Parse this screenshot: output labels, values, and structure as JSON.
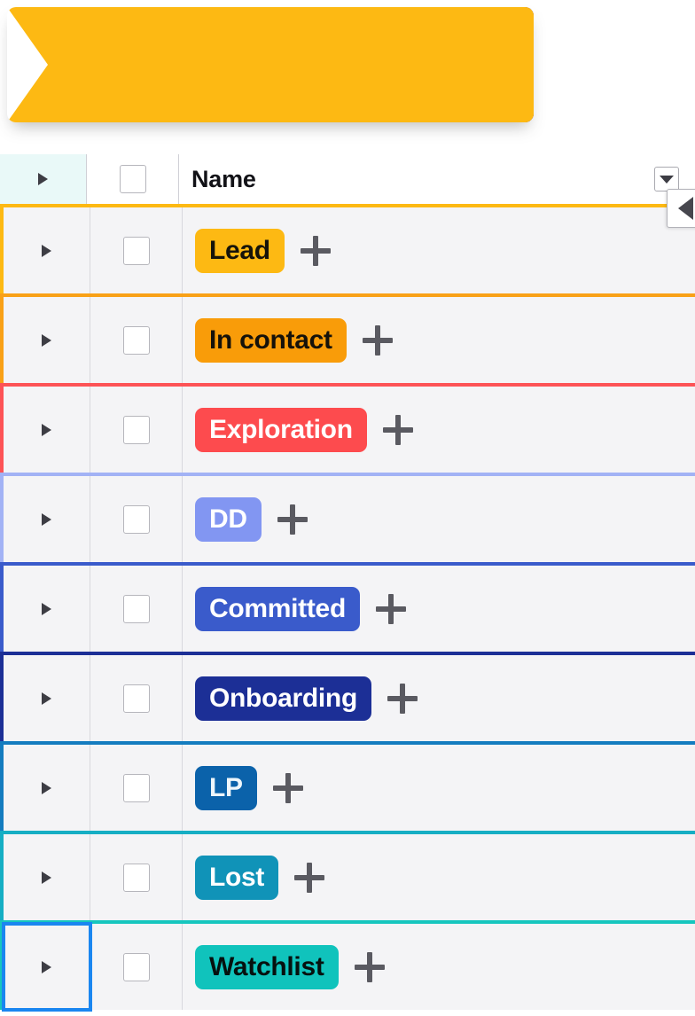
{
  "banner": {
    "name": "pipeline-chevron-banner",
    "chevron_colors": [
      "#FDB913",
      "#F99C09",
      "#FD4B4E",
      "#99AEF7",
      "#4263D0",
      "#1A2E99",
      "#0A62AB",
      "#10A5BE",
      "#0FBFBB"
    ]
  },
  "table": {
    "header": {
      "expand_icon": "triangle-right-icon",
      "select_all_checkbox": "",
      "name_column_label": "Name",
      "dropdown_icon": "caret-down-icon"
    },
    "panel_toggle": {
      "icon": "caret-left-icon",
      "label": ""
    },
    "rows": [
      {
        "label": "Lead",
        "badge_bg": "#FDB913",
        "badge_text_color": "#16140a",
        "group_border": "#FDB913",
        "expand_icon": "triangle-right-icon",
        "add_icon": "plus-icon",
        "selected": false
      },
      {
        "label": "In contact",
        "badge_bg": "#F99C09",
        "badge_text_color": "#16120a",
        "group_border": "#F9A117",
        "expand_icon": "triangle-right-icon",
        "add_icon": "plus-icon",
        "selected": false
      },
      {
        "label": "Exploration",
        "badge_bg": "#FD4B4E",
        "badge_text_color": "#ffffff",
        "group_border": "#FD5356",
        "expand_icon": "triangle-right-icon",
        "add_icon": "plus-icon",
        "selected": false
      },
      {
        "label": "DD",
        "badge_bg": "#8296F2",
        "badge_text_color": "#ffffff",
        "group_border": "#A2B2F5",
        "expand_icon": "triangle-right-icon",
        "add_icon": "plus-icon",
        "selected": false
      },
      {
        "label": "Committed",
        "badge_bg": "#3A5BCB",
        "badge_text_color": "#ffffff",
        "group_border": "#3A5BCB",
        "expand_icon": "triangle-right-icon",
        "add_icon": "plus-icon",
        "selected": false
      },
      {
        "label": "Onboarding",
        "badge_bg": "#1C2F96",
        "badge_text_color": "#ffffff",
        "group_border": "#1C2F96",
        "expand_icon": "triangle-right-icon",
        "add_icon": "plus-icon",
        "selected": false
      },
      {
        "label": "LP",
        "badge_bg": "#0B62AA",
        "badge_text_color": "#eef6fb",
        "group_border": "#147CBF",
        "expand_icon": "triangle-right-icon",
        "add_icon": "plus-icon",
        "selected": false
      },
      {
        "label": "Lost",
        "badge_bg": "#1093B8",
        "badge_text_color": "#ffffff",
        "group_border": "#16AEC4",
        "expand_icon": "triangle-right-icon",
        "add_icon": "plus-icon",
        "selected": false
      },
      {
        "label": "Watchlist",
        "badge_bg": "#10C3BC",
        "badge_text_color": "#06110f",
        "group_border": "#16C6BE",
        "expand_icon": "triangle-right-icon",
        "add_icon": "plus-icon",
        "selected": true
      }
    ]
  },
  "colors": {
    "selection_outline": "#1A86F0",
    "row_background": "#F4F4F6",
    "header_first_cell": "#E9F9F8"
  }
}
